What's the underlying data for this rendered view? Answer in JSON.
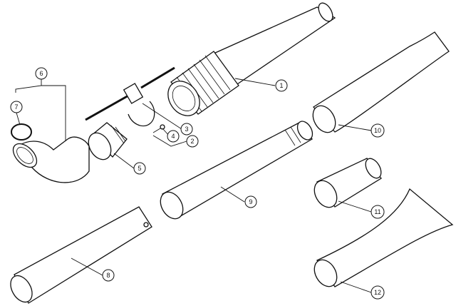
{
  "diagram": {
    "type": "exploded parts diagram",
    "colors": {
      "line": "#111111",
      "background": "#ffffff"
    },
    "callouts": [
      {
        "id": "1",
        "label": "1"
      },
      {
        "id": "2",
        "label": "2"
      },
      {
        "id": "3",
        "label": "3"
      },
      {
        "id": "4",
        "label": "4"
      },
      {
        "id": "5",
        "label": "5"
      },
      {
        "id": "6",
        "label": "6"
      },
      {
        "id": "7",
        "label": "7"
      },
      {
        "id": "8",
        "label": "8"
      },
      {
        "id": "9",
        "label": "9"
      },
      {
        "id": "10",
        "label": "10"
      },
      {
        "id": "11",
        "label": "11"
      },
      {
        "id": "12",
        "label": "12"
      }
    ]
  }
}
